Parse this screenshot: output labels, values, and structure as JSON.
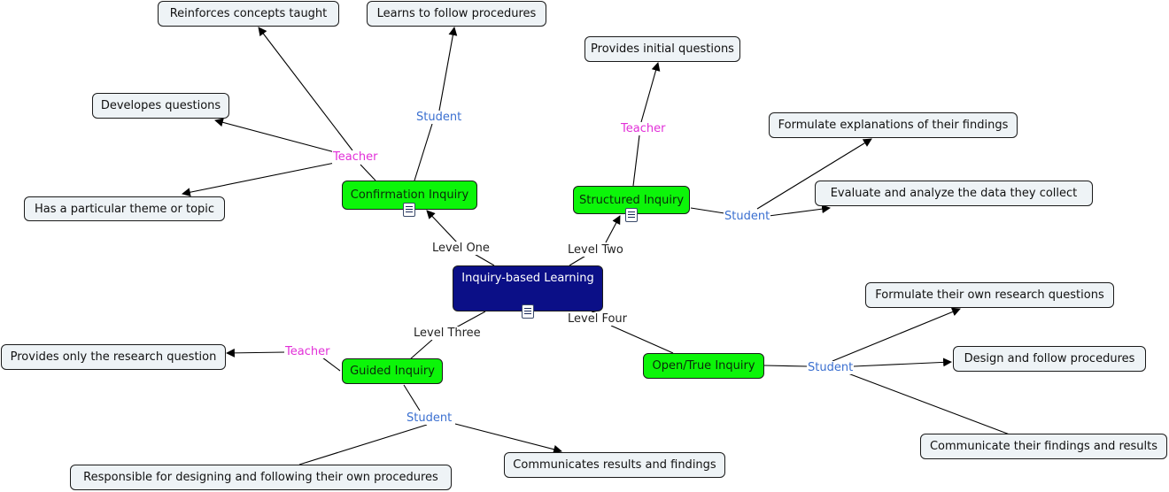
{
  "root": {
    "label": "Inquiry-based Learning"
  },
  "levels": {
    "one": {
      "link_label": "Level One",
      "label": "Confirmation Inquiry"
    },
    "two": {
      "link_label": "Level Two",
      "label": "Structured Inquiry"
    },
    "three": {
      "link_label": "Level Three",
      "label": "Guided Inquiry"
    },
    "four": {
      "link_label": "Level Four",
      "label": "Open/True Inquiry"
    }
  },
  "roles": {
    "teacher": "Teacher",
    "student": "Student"
  },
  "leaves": {
    "reinforces": "Reinforces concepts taught",
    "learns_procedures": "Learns to follow procedures",
    "develops_questions": "Developes questions",
    "theme_topic": "Has a particular theme or topic",
    "initial_questions": "Provides initial questions",
    "formulate_explanations": "Formulate explanations of their findings",
    "evaluate_data": "Evaluate and analyze the data they collect",
    "only_research_question": "Provides only the research question",
    "responsible_designing": "Responsible for designing and following their own procedures",
    "communicates_results": "Communicates results and findings",
    "formulate_research_questions": "Formulate their own research questions",
    "design_follow": "Design and follow procedures",
    "communicate_findings": "Communicate their findings and results"
  },
  "colors": {
    "root_fill": "#0b0f87",
    "level_fill": "#0cf509",
    "leaf_fill": "#eef3f6",
    "teacher_label": "#e22fd8",
    "student_label": "#3a6fd0"
  }
}
